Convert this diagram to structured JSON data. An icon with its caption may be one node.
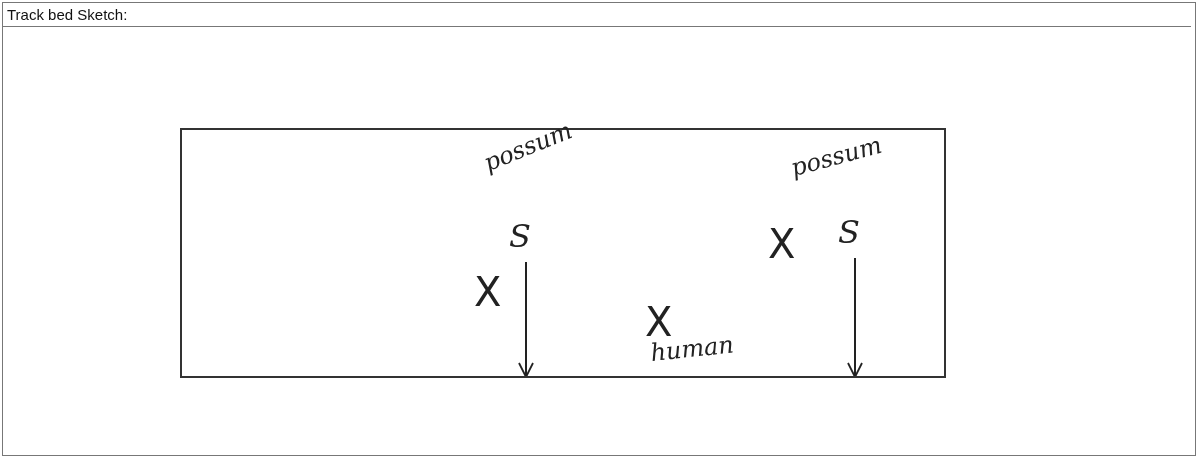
{
  "diagram": {
    "title": "Track bed Sketch:",
    "nodes": [
      {
        "text": [],
        "shape": "box"
      },
      {
        "text": [
          "S"
        ],
        "in": 0
      },
      {
        "text": [
          "S"
        ],
        "in": 0
      }
    ],
    "edges": [
      {
        "from": 1,
        "to": 0,
        "arrow": "to"
      },
      {
        "from": 2,
        "to": 0,
        "arrow": "to"
      }
    ],
    "labels": [
      "possum",
      "possum",
      "X",
      "X",
      "X",
      "human"
    ]
  }
}
